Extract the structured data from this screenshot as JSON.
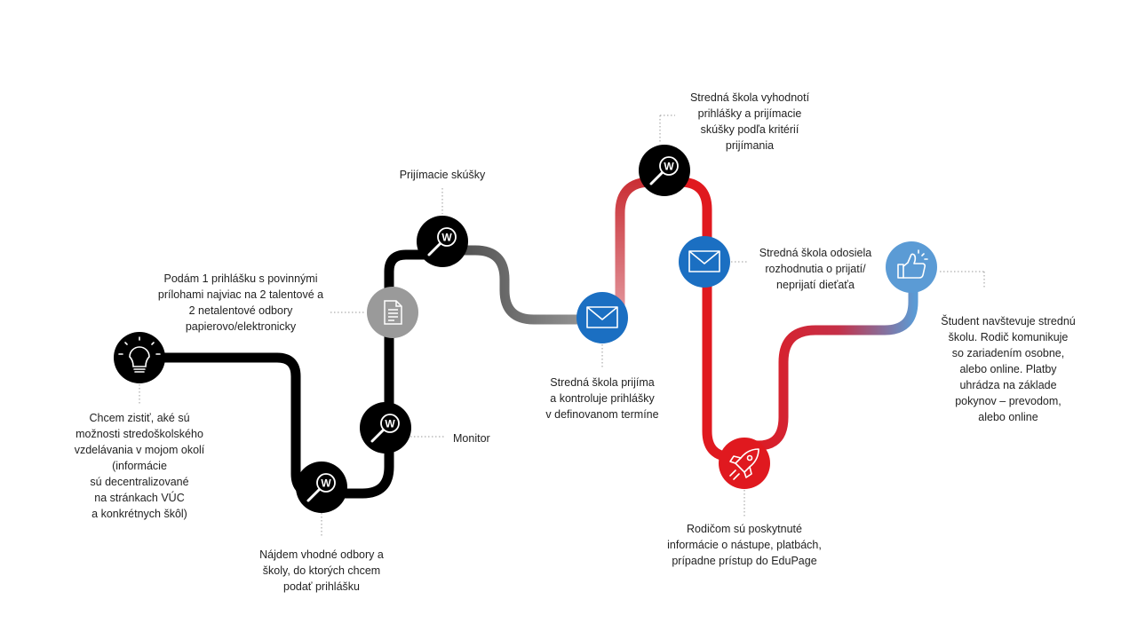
{
  "colors": {
    "black": "#000000",
    "dark_gray": "#333333",
    "gray": "#9a9a9a",
    "blue": "#1b6fc2",
    "red": "#e0191f",
    "light_blue": "#5b9bd5",
    "white": "#ffffff",
    "connector": "#999999"
  },
  "steps": [
    {
      "id": "explore",
      "icon": "lightbulb-icon",
      "color": "#000000",
      "text": "Chcem zistiť, aké sú\nmožnosti stredoškolského\nvzdelávania v mojom okolí\n(informácie\nsú decentralizované\nna stránkach VÚC\na konkrétnych škôl)"
    },
    {
      "id": "find",
      "icon": "search-w-icon",
      "color": "#000000",
      "text": "Nájdem vhodné odbory a\nškoly, do ktorých chcem\npodať prihlášku"
    },
    {
      "id": "monitor",
      "icon": "search-w-icon",
      "color": "#000000",
      "text": "Monitor"
    },
    {
      "id": "apply",
      "icon": "document-icon",
      "color": "#9a9a9a",
      "text": "Podám 1 prihlášku s povinnými\nprílohami najviac na 2 talentové a\n2 netalentové odbory\npapierovo/elektronicky"
    },
    {
      "id": "exams",
      "icon": "search-w-icon",
      "color": "#000000",
      "text": "Prijímacie skúšky"
    },
    {
      "id": "receive",
      "icon": "envelope-icon",
      "color": "#1b6fc2",
      "text": "Stredná škola prijíma\na kontroluje prihlášky\nv definovanom termíne"
    },
    {
      "id": "evaluate",
      "icon": "search-w-icon",
      "color": "#000000",
      "text": "Stredná škola vyhodnotí\nprihlášky a prijímacie\nskúšky podľa kritérií\nprijímania"
    },
    {
      "id": "decision",
      "icon": "envelope-icon",
      "color": "#1b6fc2",
      "text": "Stredná škola odosiela\nrozhodnutia o prijatí/\nneprijatí dieťaťa"
    },
    {
      "id": "onboard",
      "icon": "rocket-icon",
      "color": "#e0191f",
      "text": "Rodičom sú poskytnuté\ninformácie o nástupe, platbách,\nprípadne prístup do EduPage"
    },
    {
      "id": "attend",
      "icon": "thumbs-up-icon",
      "color": "#5b9bd5",
      "text": "Študent navštevuje strednú\nškolu. Rodič komunikuje\nso zariadením osobne,\nalebo online. Platby\nuhrádza na základe\npokynov – prevodom,\nalebo online"
    }
  ]
}
